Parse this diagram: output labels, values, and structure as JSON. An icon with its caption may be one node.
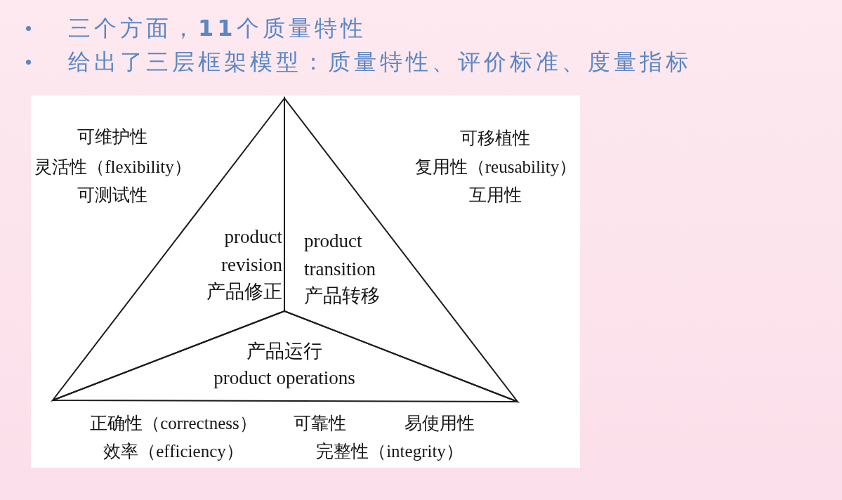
{
  "diagram": {
    "nodes": [
      {
        "text": [
          "product revision",
          "产品修正"
        ],
        "beside": [
          "可维护性",
          "灵活性（flexibility）",
          "可测试性"
        ]
      },
      {
        "text": [
          "product transition",
          "产品转移"
        ],
        "beside": [
          "可移植性",
          "复用性（reusability）",
          "互用性"
        ]
      },
      {
        "text": [
          "产品运行",
          "product operations"
        ],
        "beside": [
          "正确性（correctness）",
          "可靠性",
          "易使用性",
          "效率（efficiency）",
          "完整性（integrity）"
        ]
      }
    ],
    "labels": [
      "三个方面，**11**个质量特性",
      "给出了三层框架模型：质量特性、评价标准、度量指标"
    ]
  }
}
